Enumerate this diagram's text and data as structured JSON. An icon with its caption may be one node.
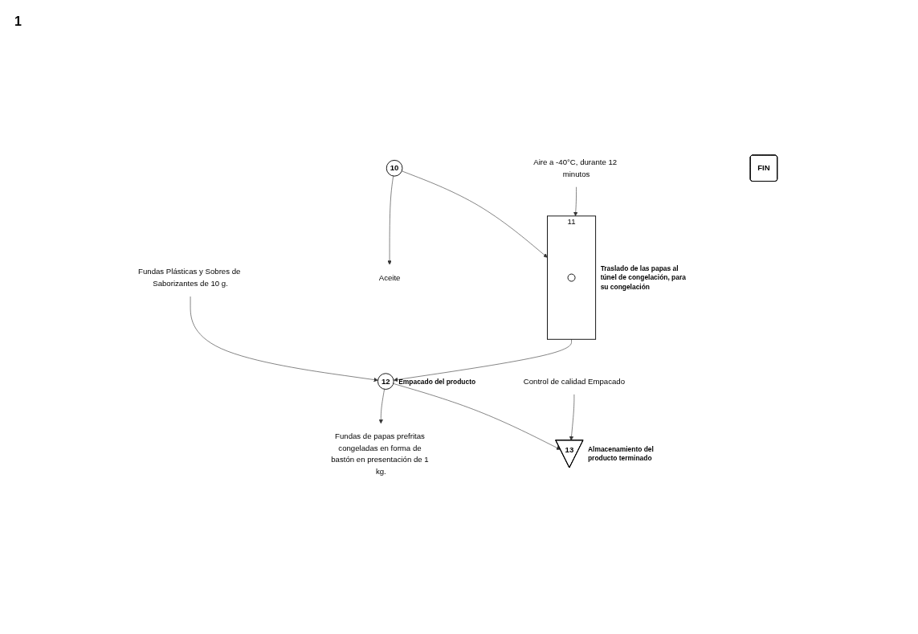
{
  "diagram": {
    "nodes": [
      {
        "text": [
          "10"
        ]
      },
      {
        "text": [
          "Aceite"
        ]
      },
      {
        "text": [
          "Aire a -40°C, durante 12 minutos"
        ]
      },
      {
        "text": [
          "11"
        ],
        "beside": [
          "Traslado de las papas al túnel de congelación, para su congelación"
        ]
      },
      {
        "text": [],
        "shape": "circle",
        "in": 3
      },
      {
        "text": [
          "12"
        ],
        "beside": [
          "Empacado del producto"
        ]
      },
      {
        "text": [
          "Fundas Plásticas y Sobres de Saborizantes de 10 g."
        ]
      },
      {
        "text": [
          "Fundas de papas prefritas congeladas en forma de bastón en presentación de 1 kg."
        ]
      },
      {
        "text": [
          "13"
        ],
        "beside": [
          "Almacenamiento del producto terminado"
        ]
      },
      {
        "text": [
          "Control de calidad Empacado"
        ]
      },
      {
        "text": [
          "FIN"
        ]
      }
    ],
    "edges": [
      {
        "from": 0,
        "to": 1,
        "arrow": "to"
      },
      {
        "from": 0,
        "to": 3,
        "arrow": "to"
      },
      {
        "from": 2,
        "to": 3,
        "arrow": "to"
      },
      {
        "from": 3,
        "to": 5,
        "arrow": "to"
      },
      {
        "from": 6,
        "to": 5,
        "arrow": "to"
      },
      {
        "from": 5,
        "to": 7,
        "arrow": "to"
      },
      {
        "from": 5,
        "to": 8,
        "arrow": "to"
      },
      {
        "from": 9,
        "to": 8,
        "arrow": "to"
      }
    ],
    "labels": [
      "1"
    ]
  }
}
